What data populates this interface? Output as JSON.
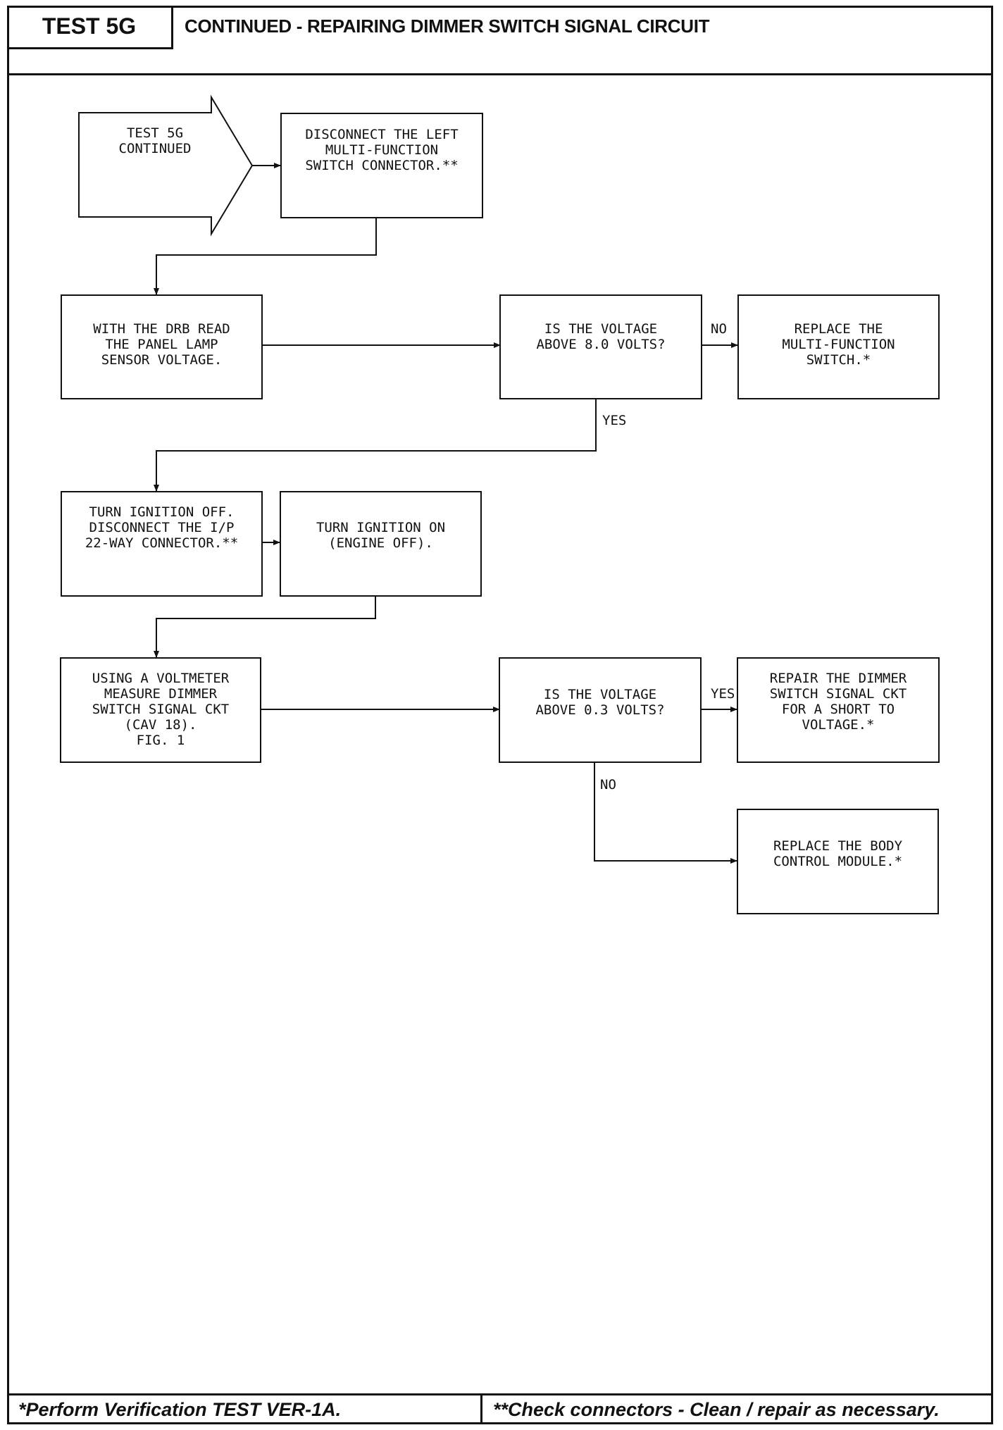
{
  "header": {
    "test_label": "TEST 5G",
    "title": "CONTINUED - REPAIRING DIMMER SWITCH SIGNAL CIRCUIT"
  },
  "flowchart": {
    "start": [
      "TEST 5G",
      "CONTINUED"
    ],
    "disconnect_left": [
      "DISCONNECT THE LEFT",
      "MULTI-FUNCTION",
      "SWITCH CONNECTOR.**"
    ],
    "read_drb": [
      "WITH THE DRB READ",
      "THE PANEL LAMP",
      "SENSOR VOLTAGE."
    ],
    "voltage_8": [
      "IS THE VOLTAGE",
      "ABOVE 8.0 VOLTS?"
    ],
    "replace_mfs": [
      "REPLACE THE",
      "MULTI-FUNCTION",
      "SWITCH.*"
    ],
    "ignition_off": [
      "TURN IGNITION OFF.",
      "DISCONNECT THE I/P",
      "22-WAY CONNECTOR.**"
    ],
    "ignition_on": [
      "TURN IGNITION ON",
      "(ENGINE OFF)."
    ],
    "voltmeter": [
      "USING A VOLTMETER",
      "MEASURE DIMMER",
      "SWITCH SIGNAL CKT",
      "(CAV 18).",
      "FIG. 1"
    ],
    "voltage_03": [
      "IS THE VOLTAGE",
      "ABOVE 0.3 VOLTS?"
    ],
    "repair_dimmer": [
      "REPAIR THE DIMMER",
      "SWITCH SIGNAL CKT",
      "FOR A SHORT TO",
      "VOLTAGE.*"
    ],
    "replace_bcm": [
      "REPLACE THE BODY",
      "CONTROL MODULE.*"
    ],
    "labels": {
      "no1": "NO",
      "yes1": "YES",
      "yes2": "YES",
      "no2": "NO"
    }
  },
  "footer": {
    "left": "*Perform Verification TEST VER-1A.",
    "right": "**Check connectors - Clean / repair as necessary."
  }
}
